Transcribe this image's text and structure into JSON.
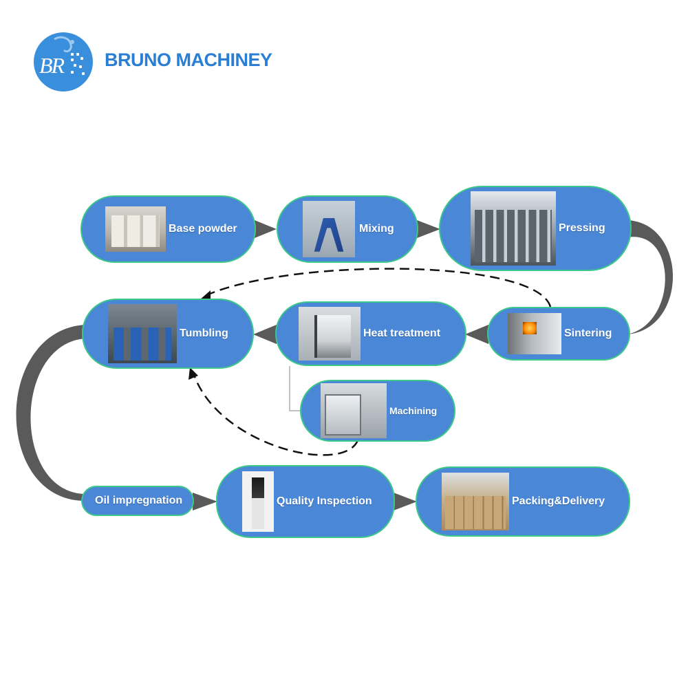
{
  "header": {
    "logo_icon": "br-logo-icon",
    "brand_name": "BRUNO MACHINEY",
    "brand_color": "#2a7fd4"
  },
  "colors": {
    "node_fill": "#4a87d6",
    "node_border": "#3cc889",
    "connector": "#5a5a5a"
  },
  "steps": {
    "base_powder": {
      "label": "Base powder",
      "icon": "powder-bags-photo"
    },
    "mixing": {
      "label": "Mixing",
      "icon": "mixer-photo"
    },
    "pressing": {
      "label": "Pressing",
      "icon": "press-machine-photo"
    },
    "sintering": {
      "label": "Sintering",
      "icon": "sintering-furnace-photo"
    },
    "heat_treatment": {
      "label": "Heat treatment",
      "icon": "heat-treatment-furnace-photo"
    },
    "tumbling": {
      "label": "Tumbling",
      "icon": "tumbling-machine-photo"
    },
    "machining": {
      "label": "Machining",
      "icon": "cnc-machine-photo"
    },
    "oil_impregnation": {
      "label": "Oil impregnation"
    },
    "quality_inspection": {
      "label": "Quality Inspection",
      "icon": "hardness-tester-photo"
    },
    "packing_delivery": {
      "label": "Packing&Delivery",
      "icon": "cartons-photo"
    }
  }
}
